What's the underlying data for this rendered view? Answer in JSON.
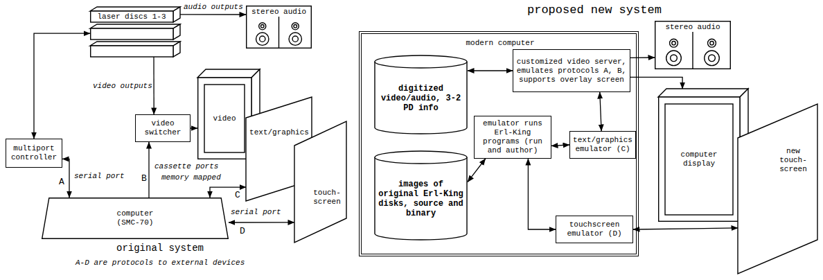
{
  "diagram": {
    "nodes": [
      {
        "text": [
          "laser discs 1-3"
        ]
      },
      {
        "text": [
          "stereo audio"
        ]
      },
      {
        "text": [
          "multiport controller"
        ]
      },
      {
        "text": [
          "video switcher"
        ]
      },
      {
        "text": [
          "video"
        ]
      },
      {
        "text": [
          "text/graphics"
        ]
      },
      {
        "text": [
          "touch-screen"
        ]
      },
      {
        "text": [
          "computer (SMC-70)"
        ]
      },
      {
        "text": [
          "modern computer"
        ]
      },
      {
        "text": [
          "digitized video/audio, 3-2 PD info"
        ],
        "in": 8
      },
      {
        "text": [
          "customized video server, emulates protocols A, B, supports overlay screen"
        ],
        "in": 8
      },
      {
        "text": [
          "emulator runs Erl-King programs (run and author)"
        ],
        "in": 8
      },
      {
        "text": [
          "text/graphics emulator (C)"
        ],
        "in": 8
      },
      {
        "text": [
          "images of original Erl-King disks, source and binary"
        ],
        "in": 8
      },
      {
        "text": [
          "touchscreen emulator (D)"
        ],
        "in": 8
      },
      {
        "text": [
          "stereo audio"
        ]
      },
      {
        "text": [
          "computer display"
        ]
      },
      {
        "text": [
          "new touch-screen"
        ]
      }
    ],
    "edges": [
      {
        "from": 2,
        "to": 0,
        "arrow": "both"
      },
      {
        "from": 0,
        "to": 1,
        "label": "audio outputs",
        "arrow": "to"
      },
      {
        "from": 0,
        "to": 3,
        "label": "video outputs",
        "arrow": "to"
      },
      {
        "from": 3,
        "to": 4,
        "arrow": "to"
      },
      {
        "from": 2,
        "to": 7,
        "label": "serial port",
        "arrow": "both"
      },
      {
        "from": 7,
        "to": 3,
        "label": "cassette ports",
        "arrow": "to"
      },
      {
        "from": 7,
        "to": 5,
        "label": "memory mapped",
        "arrow": "both"
      },
      {
        "from": 7,
        "to": 6,
        "label": "serial port",
        "arrow": "both"
      },
      {
        "from": 9,
        "to": 10,
        "arrow": "both"
      },
      {
        "from": 10,
        "to": 15,
        "arrow": "to"
      },
      {
        "from": 10,
        "to": 16,
        "arrow": "to"
      },
      {
        "from": 10,
        "to": 12,
        "arrow": "both"
      },
      {
        "from": 11,
        "to": 13,
        "arrow": "both"
      },
      {
        "from": 11,
        "to": 12,
        "arrow": "both"
      },
      {
        "from": 11,
        "to": 14,
        "arrow": "both"
      },
      {
        "from": 14,
        "to": 17,
        "arrow": "both"
      }
    ],
    "labels": [
      "A",
      "B",
      "C",
      "D",
      "original system",
      "A-D are protocols to external devices",
      "proposed new system"
    ]
  }
}
